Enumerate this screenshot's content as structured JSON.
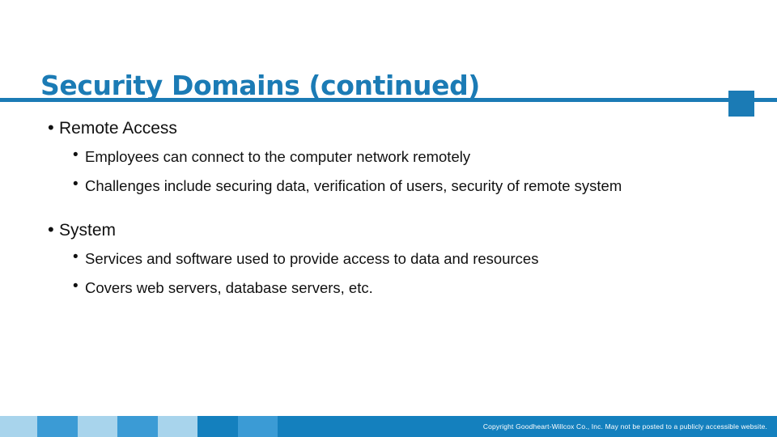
{
  "slide": {
    "title": "Security Domains (continued)",
    "theme": {
      "accent": "#1B7BB5",
      "text": "#111111",
      "background": "#ffffff",
      "footer_light": "#A8D4EC",
      "footer_medium": "#3B9BD5",
      "footer_dark": "#1480BE"
    },
    "content": [
      {
        "level": 1,
        "text": "Remote Access"
      },
      {
        "level": 2,
        "text": "Employees can connect to the computer network remotely"
      },
      {
        "level": 2,
        "text": "Challenges include securing data, verification of users, security of remote system"
      },
      {
        "level": 1,
        "text": "System"
      },
      {
        "level": 2,
        "text": "Services and software used to provide access to data and resources"
      },
      {
        "level": 2,
        "text": "Covers web servers, database servers, etc."
      }
    ],
    "bullet_glyph": "•",
    "footer": {
      "copyright": "Copyright Goodheart-Willcox Co., Inc.  May not be posted to a publicly accessible website.",
      "segments": [
        {
          "color": "#A8D4EC",
          "width": 46
        },
        {
          "color": "#3B9BD5",
          "width": 50
        },
        {
          "color": "#A8D4EC",
          "width": 49
        },
        {
          "color": "#3B9BD5",
          "width": 50
        },
        {
          "color": "#A8D4EC",
          "width": 49
        },
        {
          "color": "#1480BE",
          "width": 50
        },
        {
          "color": "#3B9BD5",
          "width": 49
        },
        {
          "color": "#1480BE",
          "width": 50
        }
      ],
      "fill_color": "#1480BE"
    }
  }
}
